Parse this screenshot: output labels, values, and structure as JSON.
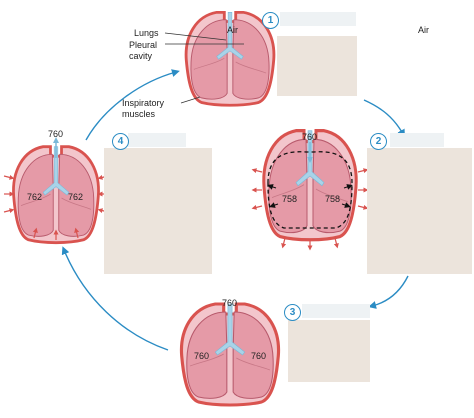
{
  "labels": {
    "lungs": "Lungs",
    "pleural": "Pleural",
    "cavity": "cavity",
    "air_top": "Air",
    "air_right": "Air",
    "inspiratory": "Inspiratory",
    "muscles": "muscles"
  },
  "steps": [
    "1",
    "2",
    "3",
    "4"
  ],
  "pressures": {
    "step2": {
      "outside": "760",
      "left": "758",
      "right": "758"
    },
    "step3": {
      "outside": "760",
      "left": "760",
      "right": "760"
    },
    "step4": {
      "outside": "760",
      "left": "762",
      "right": "762"
    }
  },
  "colors": {
    "lung_fill": "#e59aa7",
    "lung_stroke": "#b85a6c",
    "pleura": "#d9534f",
    "arrow_blue": "#2b8cc4",
    "airway": "#a9d3e8",
    "label_box": "#ece4dc"
  },
  "icons": [
    "arrow-cycle-icon",
    "pressure-arrow-icon",
    "airflow-arrow-icon"
  ]
}
